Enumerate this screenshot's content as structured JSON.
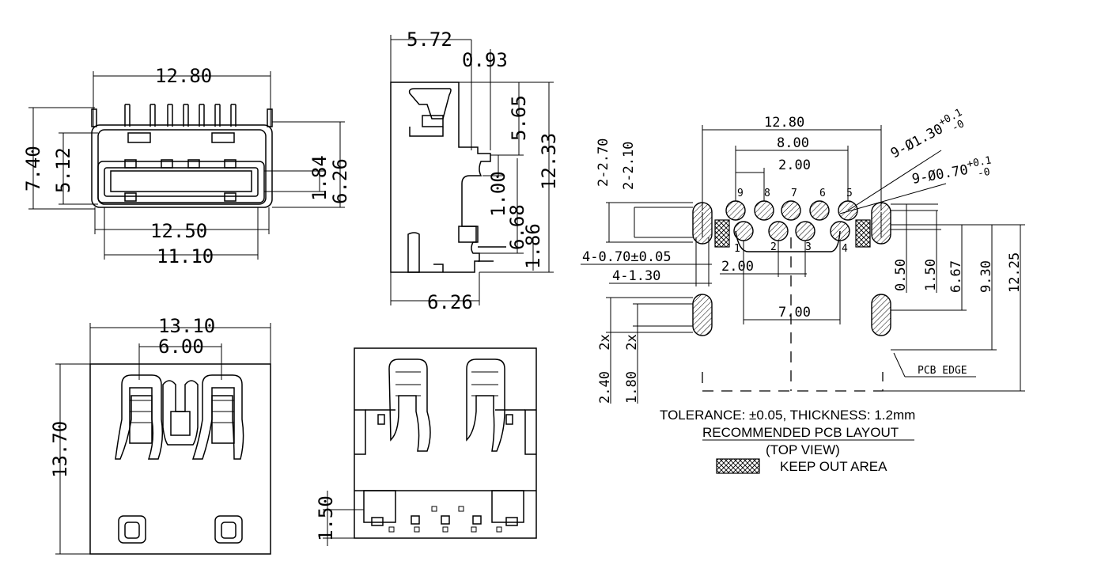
{
  "drawing": {
    "front_view": {
      "width_top": "12.80",
      "height_outer": "7.40",
      "height_inner": "5.12",
      "tongue_height": "1.84",
      "height_right": "6.26",
      "width_inner": "12.50",
      "width_bottom": "11.10"
    },
    "side_view": {
      "top_width": "5.72",
      "offset": "0.93",
      "height_a": "5.65",
      "height_total": "12.33",
      "gap": "1.00",
      "height_b": "6.68",
      "small": "1.86",
      "bottom_width": "6.26"
    },
    "top_view": {
      "width": "13.10",
      "pitch": "6.00",
      "height": "13.70"
    },
    "bottom_view": {
      "height": "1.50"
    },
    "pcb_layout": {
      "total_width": "12.80",
      "pin_span": "8.00",
      "pin_pitch": "2.00",
      "hole_large": "9-Ø1.30",
      "hole_large_tol_plus": "+0.1",
      "hole_large_tol_minus": "-0",
      "hole_small": "9-Ø0.70",
      "hole_small_tol_plus": "+0.1",
      "hole_small_tol_minus": "-0",
      "slot_h1": "2-2.70",
      "slot_h2": "2-2.10",
      "slot_w": "4-0.70±0.05",
      "slot_len": "4-1.30",
      "row_pitch": "2.00",
      "front_span": "7.00",
      "v_050": "0.50",
      "v_150": "1.50",
      "v_667": "6.67",
      "v_930": "9.30",
      "v_1225": "12.25",
      "rear_slot_h1": "2.40",
      "rear_slot_h1_mult": "2x",
      "rear_slot_h2": "1.80",
      "rear_slot_h2_mult": "2x",
      "pin_labels_top": [
        "9",
        "8",
        "7",
        "6",
        "5"
      ],
      "pin_labels_bottom": [
        "1",
        "2",
        "3",
        "4"
      ],
      "pcb_edge": "PCB EDGE"
    },
    "notes": {
      "tolerance": "TOLERANCE: ±0.05, THICKNESS: 1.2mm",
      "title": "RECOMMENDED PCB LAYOUT",
      "view": "(TOP VIEW)",
      "keep_out": "KEEP OUT AREA"
    }
  }
}
